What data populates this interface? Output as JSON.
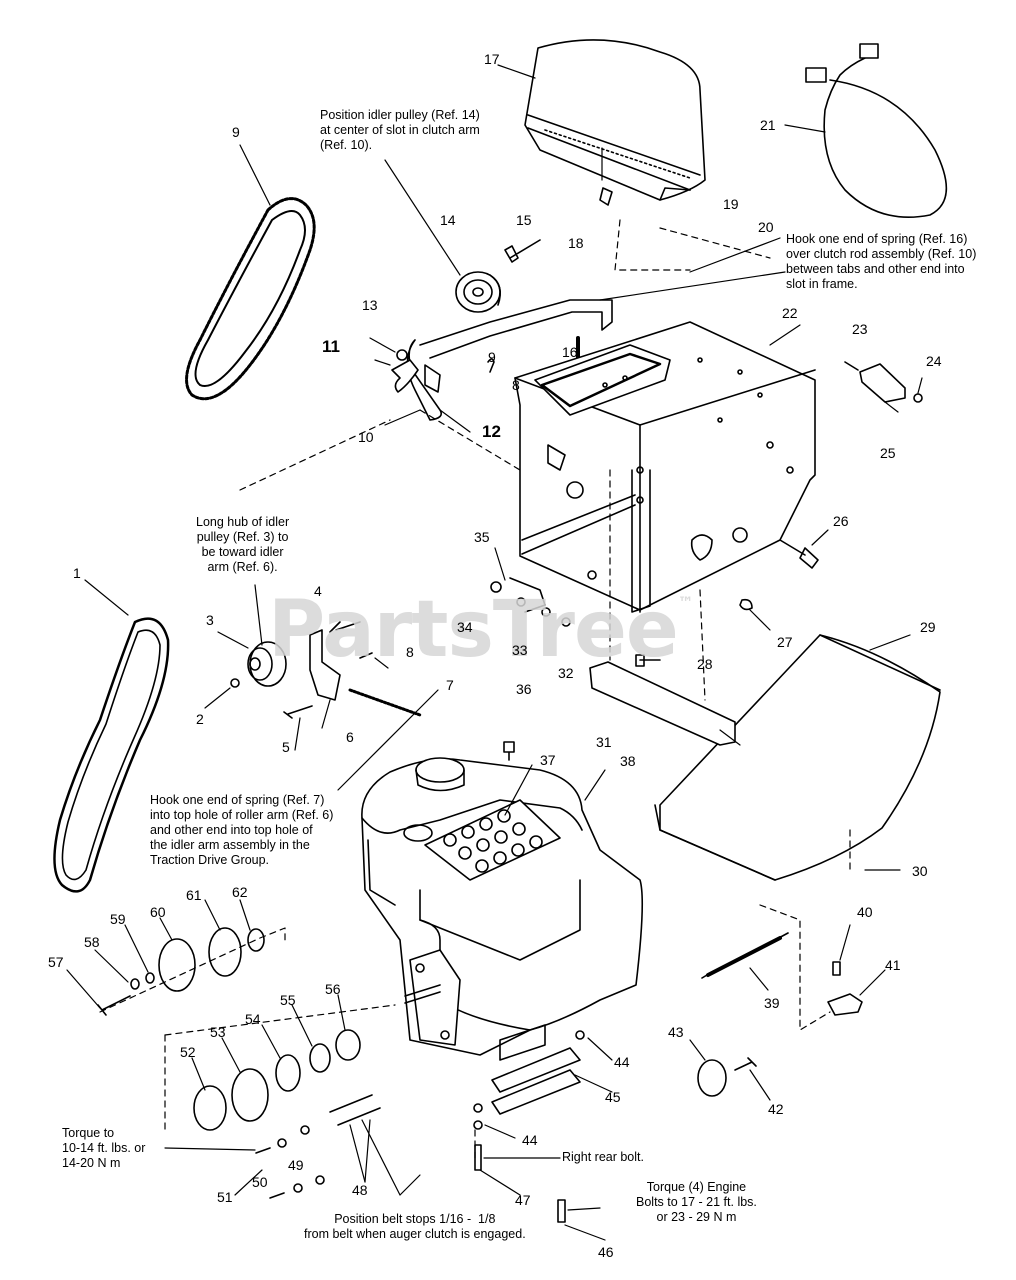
{
  "watermark": {
    "text": "PartsTree",
    "mark": "™"
  },
  "callouts": {
    "n1": "1",
    "n2": "2",
    "n3": "3",
    "n4": "4",
    "n5": "5",
    "n6": "6",
    "n7": "7",
    "n8a": "8",
    "n8b": "8",
    "n9a": "9",
    "n9b": "9",
    "n10": "10",
    "n11": "11",
    "n12": "12",
    "n13": "13",
    "n14": "14",
    "n15": "15",
    "n16": "16",
    "n17": "17",
    "n18": "18",
    "n19": "19",
    "n20": "20",
    "n21": "21",
    "n22": "22",
    "n23": "23",
    "n24": "24",
    "n25": "25",
    "n26": "26",
    "n27": "27",
    "n28": "28",
    "n29": "29",
    "n30": "30",
    "n31": "31",
    "n32": "32",
    "n33": "33",
    "n34": "34",
    "n35": "35",
    "n36": "36",
    "n37": "37",
    "n38": "38",
    "n39": "39",
    "n40": "40",
    "n41": "41",
    "n42": "42",
    "n43": "43",
    "n44a": "44",
    "n44b": "44",
    "n45": "45",
    "n46": "46",
    "n47": "47",
    "n48": "48",
    "n49": "49",
    "n50": "50",
    "n51": "51",
    "n52": "52",
    "n53": "53",
    "n54": "54",
    "n55": "55",
    "n56": "56",
    "n57": "57",
    "n58": "58",
    "n59": "59",
    "n60": "60",
    "n61": "61",
    "n62": "62"
  },
  "notes": {
    "idler_pulley_position": "Position idler pulley (Ref. 14)\nat center of slot in clutch arm\n(Ref. 10).",
    "spring16": "Hook one end of spring (Ref. 16)\nover clutch rod assembly (Ref. 10)\nbetween tabs and other end into\nslot in frame.",
    "long_hub": "Long hub of idler\npulley (Ref. 3) to\nbe toward idler\narm (Ref. 6).",
    "spring7": "Hook one end of spring (Ref. 7)\ninto top hole of roller arm (Ref. 6)\nand other end into top hole of\nthe idler arm assembly in the\nTraction Drive Group.",
    "torque_left": "Torque to\n10-14 ft. lbs. or\n14-20 N m",
    "right_rear_bolt": "Right rear bolt.",
    "torque_engine": "Torque (4) Engine\nBolts to 17 - 21 ft. lbs.\nor 23 - 29 N m",
    "belt_stops": "Position belt stops 1/16 -  1/8\nfrom belt when auger clutch is engaged."
  }
}
